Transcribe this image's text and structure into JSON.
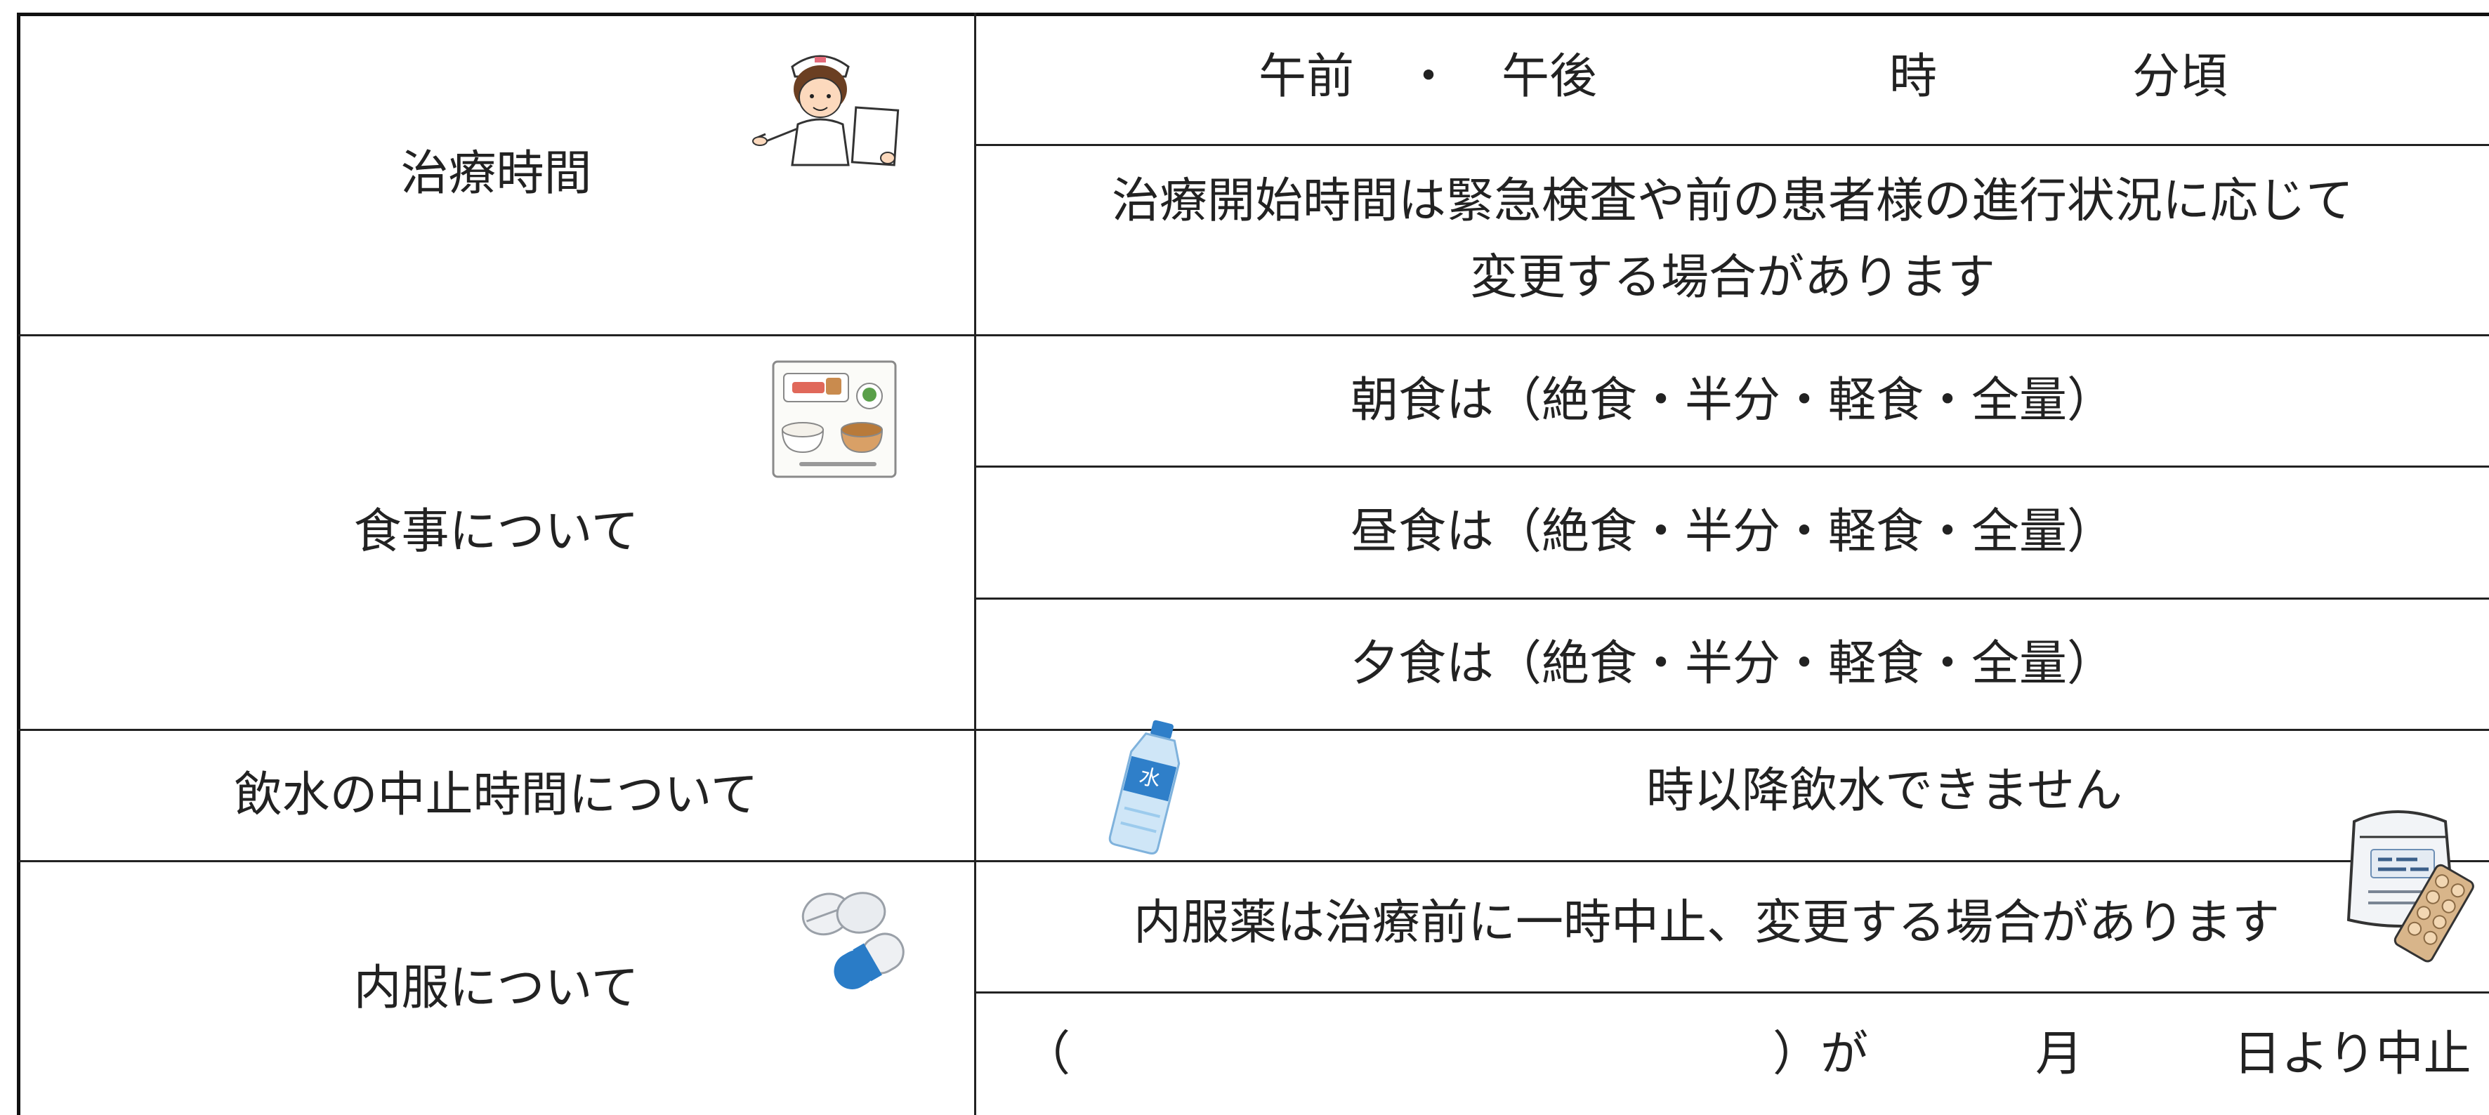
{
  "rows": {
    "treatment_time": {
      "label": "治療時間",
      "am": "午前",
      "sep": "・",
      "pm": "午後",
      "hour": "時",
      "minute": "分頃",
      "note_line1": "治療開始時間は緊急検査や前の患者様の進行状況に応じて",
      "note_line2": "変更する場合があります"
    },
    "meals": {
      "label": "食事について",
      "breakfast": "朝食は（絶食・半分・軽食・全量）",
      "lunch": "昼食は（絶食・半分・軽食・全量）",
      "dinner": "夕食は（絶食・半分・軽食・全量）"
    },
    "water": {
      "label": "飲水の中止時間について",
      "text": "時以降飲水できません"
    },
    "oral": {
      "label": "内服について",
      "note": "内服薬は治療前に一時中止、変更する場合があります",
      "paren_open": "（",
      "paren_close": "）が",
      "month": "月",
      "day_stop": "日より中止"
    }
  },
  "icons": [
    "nurse-icon",
    "meal-tray-icon",
    "water-bottle-icon",
    "capsule-pills-icon",
    "medicine-bag-icon"
  ],
  "colors": {
    "line": "#222222",
    "text": "#222222",
    "bottle": "#2f7fc9",
    "capsule": "#2a7cc7"
  }
}
